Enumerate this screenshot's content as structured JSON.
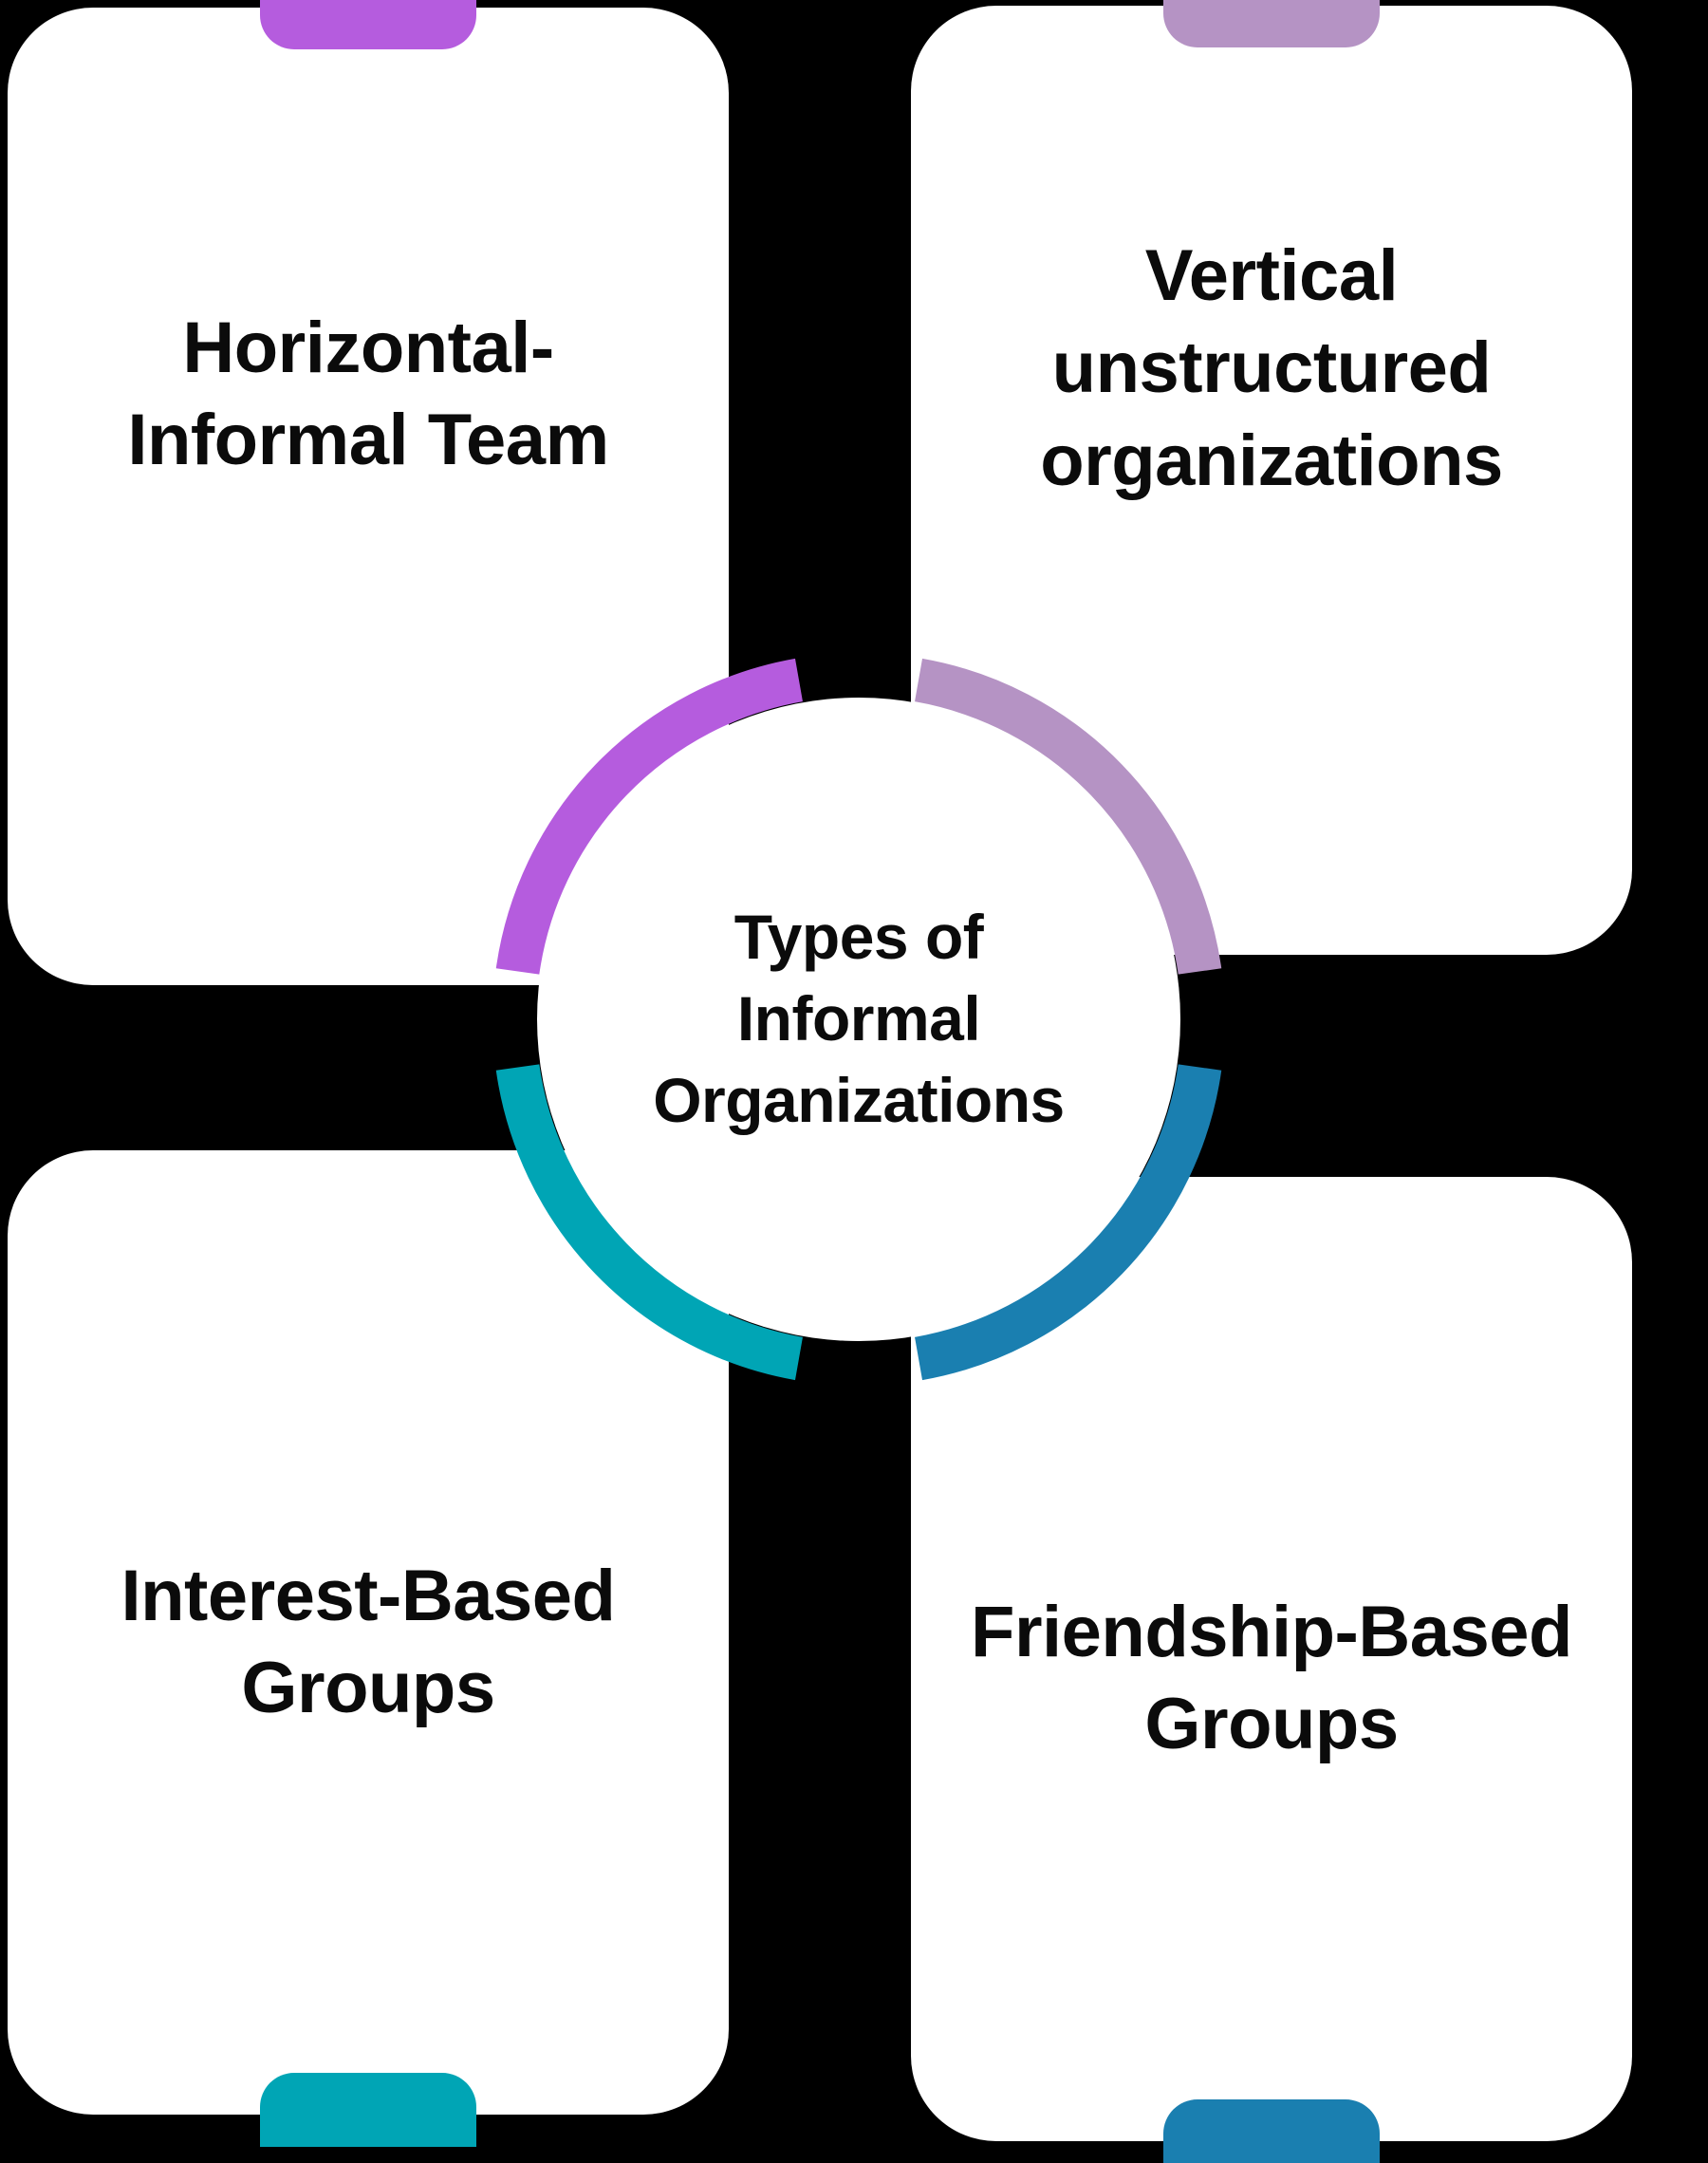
{
  "diagram": {
    "center": {
      "title": "Types of Informal Organizations"
    },
    "colors": {
      "purple": "#b55cde",
      "light_purple": "#b593c4",
      "teal": "#00a5b5",
      "blue": "#1a7fb0",
      "card_background": "#ffffff",
      "text": "#0b0b0b",
      "page_background": "#000000"
    },
    "cards": [
      {
        "id": "horizontal-informal-team",
        "label": "Horizontal-Informal Team",
        "position": "top-left",
        "accent": "#b55cde",
        "tab_position": "top"
      },
      {
        "id": "vertical-unstructured-organizations",
        "label": "Vertical unstructured organizations",
        "position": "top-right",
        "accent": "#b593c4",
        "tab_position": "top"
      },
      {
        "id": "interest-based-groups",
        "label": "Interest-Based Groups",
        "position": "bottom-left",
        "accent": "#00a5b5",
        "tab_position": "bottom"
      },
      {
        "id": "friendship-based-groups",
        "label": "Friendship-Based Groups",
        "position": "bottom-right",
        "accent": "#1a7fb0",
        "tab_position": "bottom"
      }
    ],
    "ring_segments": [
      {
        "id": "segment-top-left",
        "color": "#b55cde"
      },
      {
        "id": "segment-top-right",
        "color": "#b593c4"
      },
      {
        "id": "segment-bottom-left",
        "color": "#00a5b5"
      },
      {
        "id": "segment-bottom-right",
        "color": "#1a7fb0"
      }
    ]
  }
}
